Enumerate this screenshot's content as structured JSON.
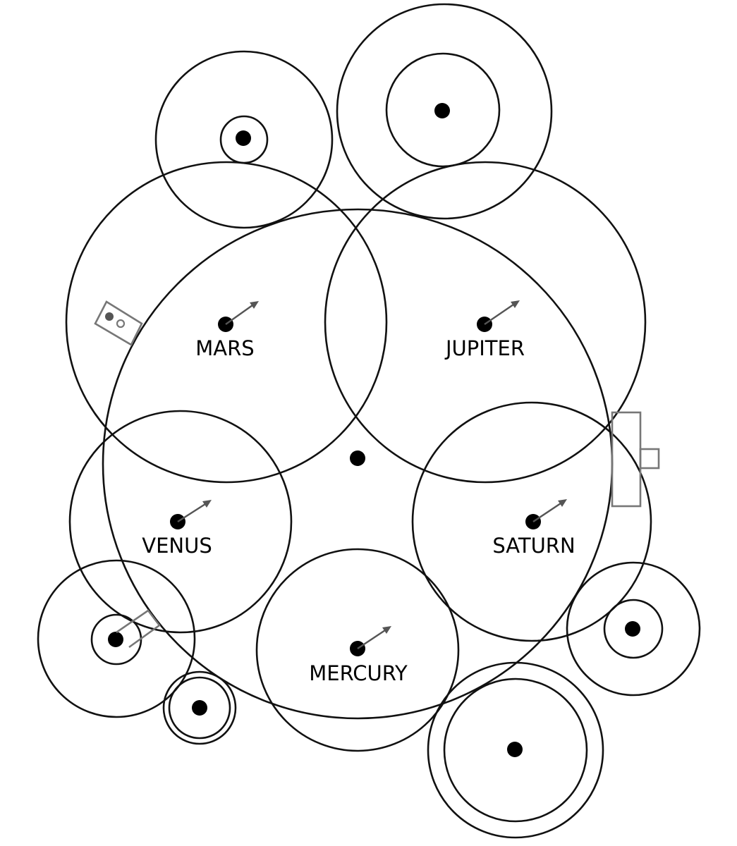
{
  "diagram": {
    "planet_labels": {
      "mars": "MARS",
      "jupiter": "JUPITER",
      "venus": "VENUS",
      "saturn": "SATURN",
      "mercury": "MERCURY"
    },
    "colors": {
      "gear_stroke": "#111111",
      "axle": "#000000",
      "pointer": "#555555",
      "mechanism_part": "#777777"
    }
  }
}
